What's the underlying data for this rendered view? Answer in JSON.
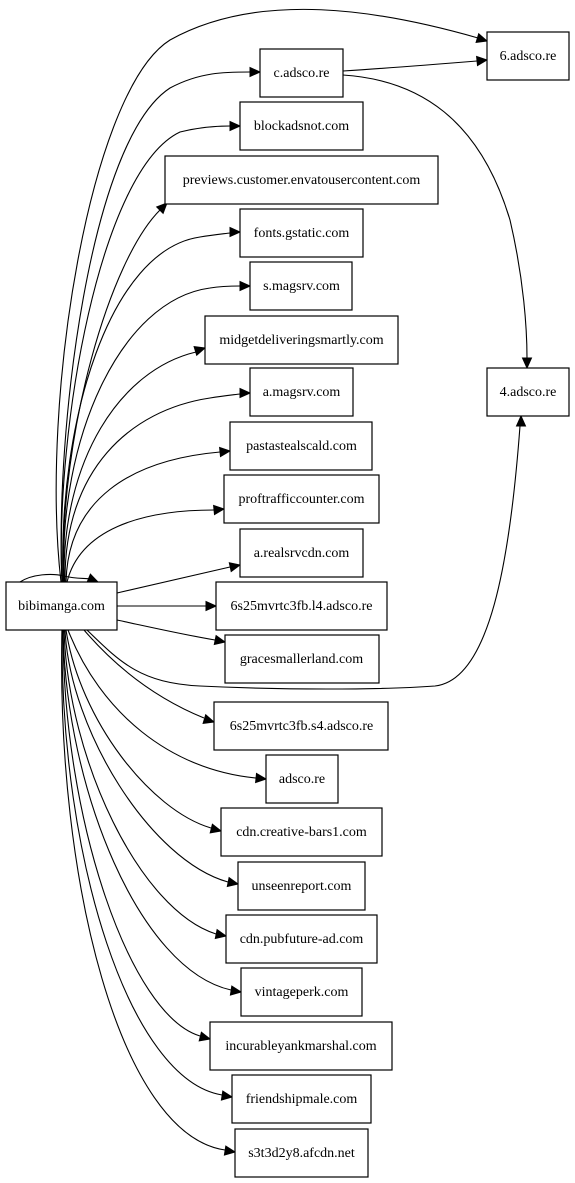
{
  "graph": {
    "nodes": {
      "n_root": "bibimanga.com",
      "n_6ads": "6.adsco.re",
      "n_cads": "c.adsco.re",
      "n_4ads": "4.adsco.re",
      "n_block": "blockadsnot.com",
      "n_envato": "previews.customer.envatousercontent.com",
      "n_fonts": "fonts.gstatic.com",
      "n_smag": "s.magsrv.com",
      "n_midget": "midgetdeliveringsmartly.com",
      "n_amag": "a.magsrv.com",
      "n_pasta": "pastastealscald.com",
      "n_proft": "proftrafficcounter.com",
      "n_areal": "a.realsrvcdn.com",
      "n_6s25l4": "6s25mvrtc3fb.l4.adsco.re",
      "n_grace": "gracesmallerland.com",
      "n_6s25s4": "6s25mvrtc3fb.s4.adsco.re",
      "n_adsco": "adsco.re",
      "n_creative": "cdn.creative-bars1.com",
      "n_unseen": "unseenreport.com",
      "n_pubfut": "cdn.pubfuture-ad.com",
      "n_vintage": "vintageperk.com",
      "n_incur": "incurableyankmarshal.com",
      "n_friend": "friendshipmale.com",
      "n_s3t3": "s3t3d2y8.afcdn.net"
    },
    "edges": [
      [
        "n_root",
        "n_root"
      ],
      [
        "n_root",
        "n_6ads"
      ],
      [
        "n_root",
        "n_cads"
      ],
      [
        "n_cads",
        "n_6ads"
      ],
      [
        "n_cads",
        "n_4ads"
      ],
      [
        "n_root",
        "n_block"
      ],
      [
        "n_root",
        "n_envato"
      ],
      [
        "n_root",
        "n_fonts"
      ],
      [
        "n_root",
        "n_smag"
      ],
      [
        "n_root",
        "n_midget"
      ],
      [
        "n_root",
        "n_amag"
      ],
      [
        "n_root",
        "n_pasta"
      ],
      [
        "n_root",
        "n_proft"
      ],
      [
        "n_root",
        "n_areal"
      ],
      [
        "n_root",
        "n_6s25l4"
      ],
      [
        "n_root",
        "n_grace"
      ],
      [
        "n_root",
        "n_4ads"
      ],
      [
        "n_root",
        "n_6s25s4"
      ],
      [
        "n_root",
        "n_adsco"
      ],
      [
        "n_root",
        "n_creative"
      ],
      [
        "n_root",
        "n_unseen"
      ],
      [
        "n_root",
        "n_pubfut"
      ],
      [
        "n_root",
        "n_vintage"
      ],
      [
        "n_root",
        "n_incur"
      ],
      [
        "n_root",
        "n_friend"
      ],
      [
        "n_root",
        "n_s3t3"
      ]
    ]
  }
}
